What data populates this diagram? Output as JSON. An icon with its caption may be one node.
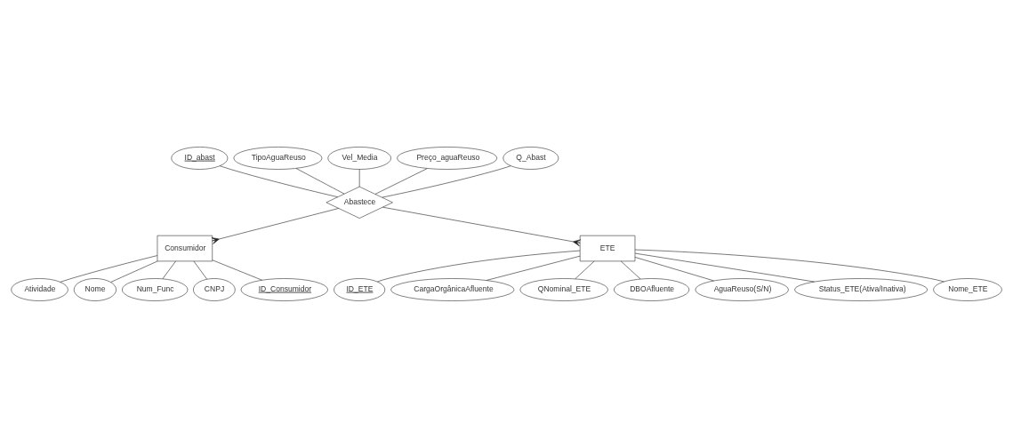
{
  "diagram": {
    "nodes": [
      {
        "text": [
          "ID_abast"
        ]
      },
      {
        "text": [
          "TipoAguaReuso"
        ]
      },
      {
        "text": [
          "Vel_Media"
        ]
      },
      {
        "text": [
          "Preço_aguaReuso"
        ]
      },
      {
        "text": [
          "Abastece"
        ]
      },
      {
        "text": [
          "Q_Abast"
        ]
      },
      {
        "text": [
          "Atividade"
        ]
      },
      {
        "text": [
          "Nome"
        ]
      },
      {
        "text": [
          "ID_ETE"
        ]
      },
      {
        "text": [
          "Num_Func"
        ]
      },
      {
        "text": [
          "CargaOrgânicaAfluente"
        ]
      },
      {
        "text": [
          "CNPJ"
        ]
      },
      {
        "text": [
          "Consumidor"
        ]
      },
      {
        "text": [
          "QNominal_ETE"
        ]
      },
      {
        "text": [
          "ETE"
        ]
      },
      {
        "text": [
          "DBOAfluente"
        ]
      },
      {
        "text": [
          "ID_Consumidor"
        ]
      },
      {
        "text": [
          "AguaReuso(S/N)"
        ]
      },
      {
        "text": [
          "Status_ETE(Ativa/Inativa)"
        ]
      },
      {
        "text": [
          "Nome_ETE"
        ]
      }
    ],
    "edges": [
      {
        "from": 4,
        "to": 12,
        "arrow": "other"
      },
      {
        "from": 4,
        "to": 14,
        "arrow": "other"
      },
      {
        "from": 0,
        "to": 4,
        "arrow": "none"
      },
      {
        "from": 1,
        "to": 4,
        "arrow": "none"
      },
      {
        "from": 2,
        "to": 4,
        "arrow": "none"
      },
      {
        "from": 3,
        "to": 4,
        "arrow": "none"
      },
      {
        "from": 5,
        "to": 4,
        "arrow": "none"
      },
      {
        "from": 6,
        "to": 12,
        "arrow": "none"
      },
      {
        "from": 7,
        "to": 12,
        "arrow": "none"
      },
      {
        "from": 9,
        "to": 12,
        "arrow": "none"
      },
      {
        "from": 11,
        "to": 12,
        "arrow": "none"
      },
      {
        "from": 16,
        "to": 12,
        "arrow": "none"
      },
      {
        "from": 8,
        "to": 14,
        "arrow": "none"
      },
      {
        "from": 10,
        "to": 14,
        "arrow": "none"
      },
      {
        "from": 13,
        "to": 14,
        "arrow": "none"
      },
      {
        "from": 15,
        "to": 14,
        "arrow": "none"
      },
      {
        "from": 17,
        "to": 14,
        "arrow": "none"
      },
      {
        "from": 18,
        "to": 14,
        "arrow": "none"
      },
      {
        "from": 19,
        "to": 14,
        "arrow": "none"
      }
    ]
  }
}
